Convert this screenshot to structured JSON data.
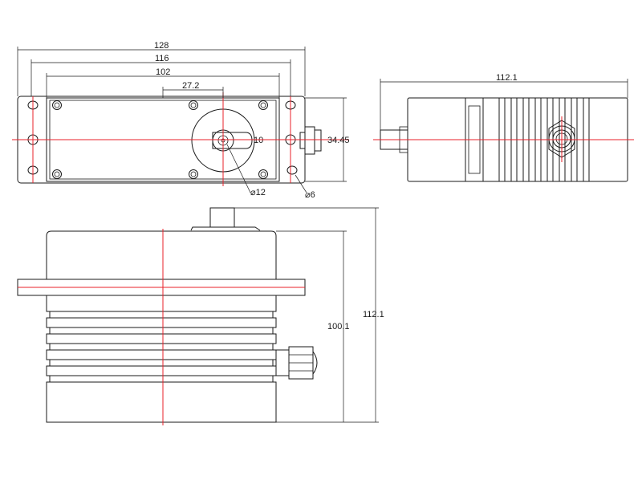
{
  "dimensions": {
    "top_view_width_128": "128",
    "top_view_width_116": "116",
    "top_view_width_102": "102",
    "shaft_offset": "27.2",
    "output_diameter": "⌀12",
    "mount_hole_diameter": "⌀6",
    "spline_label": "10",
    "height_side": "34.45",
    "side_view_length": "112.1",
    "front_body_height": "100.1",
    "front_total_height": "112.1"
  }
}
